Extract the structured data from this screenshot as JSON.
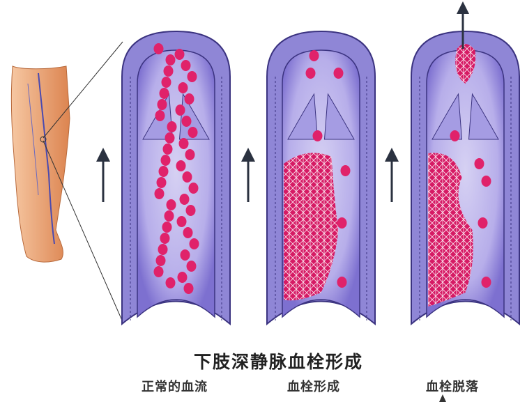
{
  "title": "下肢深静脉血栓形成",
  "panels": [
    {
      "label": "正常的血流"
    },
    {
      "label": "血栓形成"
    },
    {
      "label": "血栓脱落"
    }
  ],
  "colors": {
    "vein_wall": "#8f86d6",
    "vein_inner": "#c9c3ee",
    "blood_cell": "#e0226a",
    "skin": "#e99a6a",
    "arrow": "#2b3240"
  }
}
